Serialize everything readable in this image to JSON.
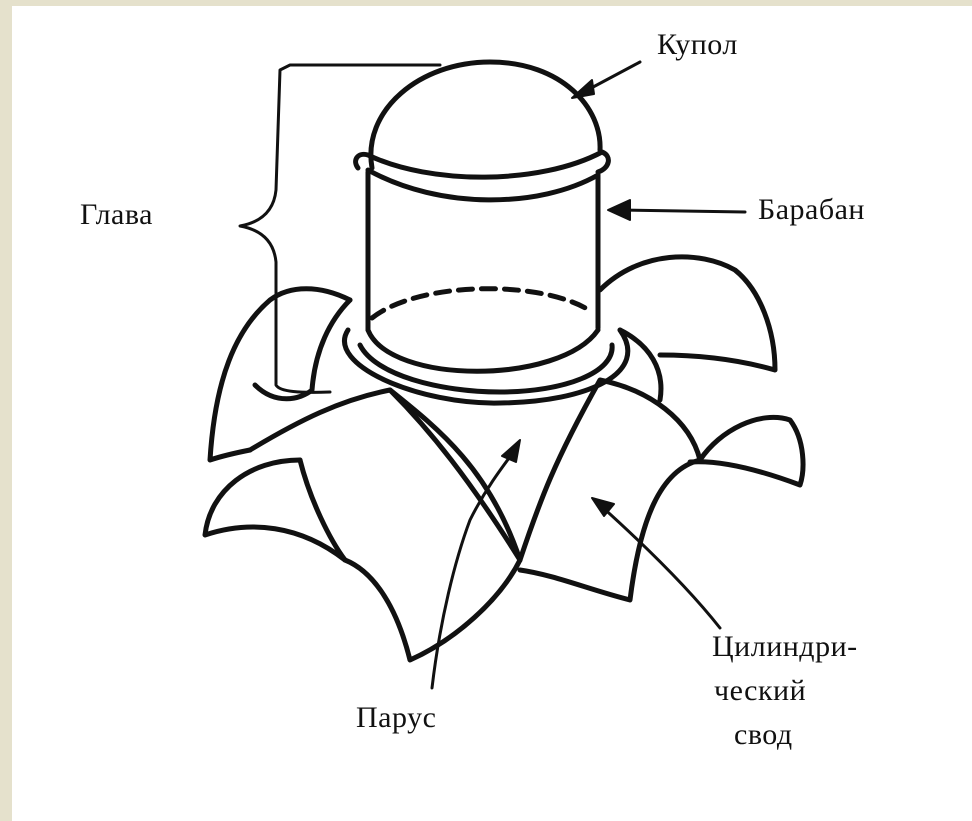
{
  "labels": {
    "kupol": "Купол",
    "glava": "Глава",
    "baraban": "Барабан",
    "parus": "Парус",
    "svod": [
      "Цилиндри-",
      "ческий",
      "свод"
    ]
  },
  "colors": {
    "frame": "#e5e1cc",
    "paper": "#ffffff",
    "ink": "#111111"
  }
}
